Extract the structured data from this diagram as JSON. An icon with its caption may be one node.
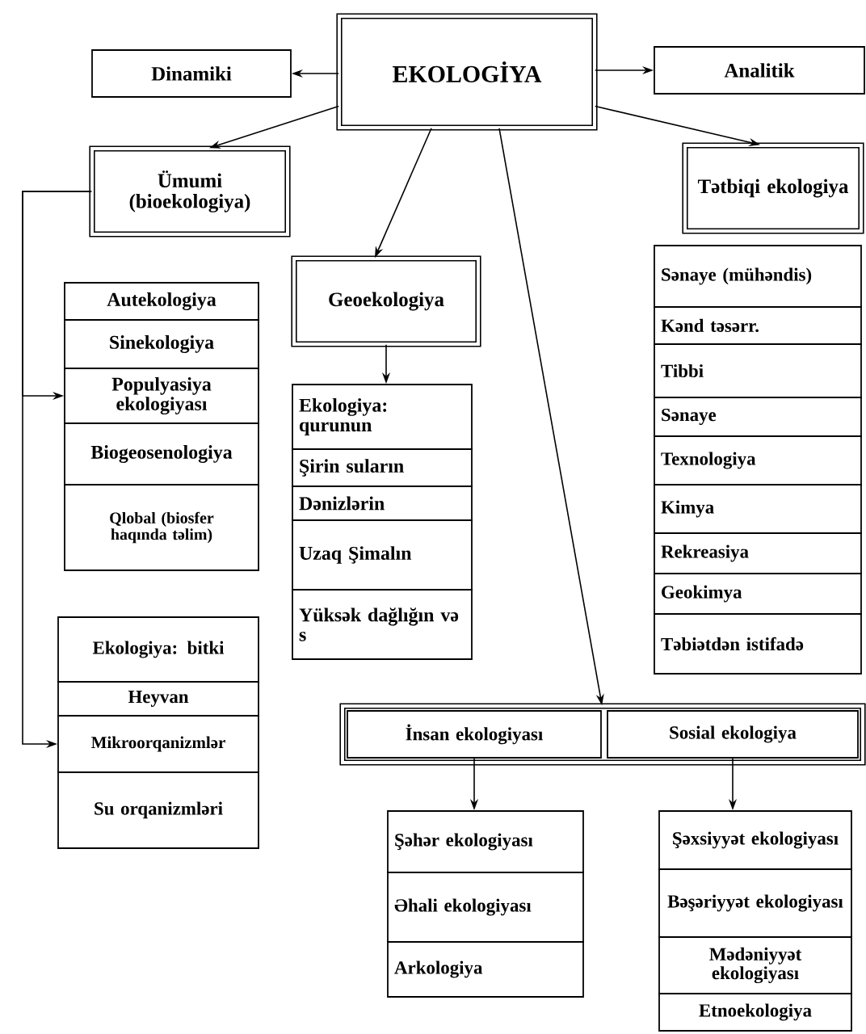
{
  "diagram": {
    "nodes": [
      {
        "text": [
          "EKOLOGİYA"
        ]
      },
      {
        "text": [
          "Dinamiki"
        ]
      },
      {
        "text": [
          "Analitik"
        ]
      },
      {
        "text": [
          "Ümumi (bioekologiya)"
        ]
      },
      {
        "text": [
          "Tətbiqi ekologiya"
        ]
      },
      {
        "text": [
          "Autekologiya"
        ]
      },
      {
        "text": [
          "Sinekologiya"
        ]
      },
      {
        "text": [
          "Populyasiya ekologiyası"
        ]
      },
      {
        "text": [
          "Biogeosenologiya"
        ]
      },
      {
        "text": [
          "Qlobal (biosfer haqında təlim)"
        ]
      },
      {
        "text": [
          "Geoekologiya"
        ]
      },
      {
        "text": [
          "Ekologiya: qurunun"
        ]
      },
      {
        "text": [
          "Şirin suların"
        ]
      },
      {
        "text": [
          "Dənizlərin"
        ]
      },
      {
        "text": [
          "Uzaq Şimalın"
        ]
      },
      {
        "text": [
          "Yüksək dağlığın və s"
        ]
      },
      {
        "text": [
          "Sənaye (mühəndis)"
        ]
      },
      {
        "text": [
          "Kənd təsərr."
        ]
      },
      {
        "text": [
          "Tibbi"
        ]
      },
      {
        "text": [
          "Sənaye"
        ]
      },
      {
        "text": [
          "Texnologiya"
        ]
      },
      {
        "text": [
          "Kimya"
        ]
      },
      {
        "text": [
          "Rekreasiya"
        ]
      },
      {
        "text": [
          "Geokimya"
        ]
      },
      {
        "text": [
          "Təbiətdən istifadə"
        ]
      },
      {
        "text": [
          "Ekologiya: bitki"
        ]
      },
      {
        "text": [
          "Heyvan"
        ]
      },
      {
        "text": [
          "Mikroorqanizmlər"
        ]
      },
      {
        "text": [
          "Su orqanizmləri"
        ]
      },
      {
        "text": [],
        "shape": "box"
      },
      {
        "text": [
          "İnsan ekologiyası"
        ],
        "in": 29
      },
      {
        "text": [
          "Sosial ekologiya"
        ],
        "in": 29
      },
      {
        "text": [
          "Şəhər ekologiyası"
        ]
      },
      {
        "text": [
          "Əhali ekologiyası"
        ]
      },
      {
        "text": [
          "Arkologiya"
        ]
      },
      {
        "text": [
          "Şəxsiyyət ekologiyası"
        ]
      },
      {
        "text": [
          "Bəşəriyyət ekologiyası"
        ]
      },
      {
        "text": [
          "Mədəniyyət ekologiyası"
        ]
      },
      {
        "text": [
          "Etnoekologiya"
        ]
      }
    ],
    "edges": [
      {
        "from": 0,
        "to": 1,
        "arrow": "to"
      },
      {
        "from": 0,
        "to": 2,
        "arrow": "to"
      },
      {
        "from": 0,
        "to": 3,
        "arrow": "to"
      },
      {
        "from": 0,
        "to": 4,
        "arrow": "to"
      },
      {
        "from": 0,
        "to": 10,
        "arrow": "to"
      },
      {
        "from": 0,
        "to": 29,
        "arrow": "to"
      },
      {
        "from": 10,
        "to": 11,
        "arrow": "to"
      },
      {
        "from": 3,
        "to": 7,
        "arrow": "to"
      },
      {
        "from": 3,
        "to": 27,
        "arrow": "to"
      },
      {
        "from": 30,
        "to": 32,
        "arrow": "to"
      },
      {
        "from": 31,
        "to": 35,
        "arrow": "to"
      }
    ]
  }
}
